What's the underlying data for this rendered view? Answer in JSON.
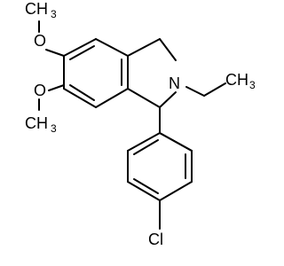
{
  "molecule": {
    "atom_labels": {
      "methoxy_top_o": "O",
      "methoxy_top_ch": "CH",
      "methoxy_top_sub": "3",
      "methoxy_bottom_o": "O",
      "methoxy_bottom_ch": "CH",
      "methoxy_bottom_sub": "3",
      "nitrogen": "N",
      "ethyl_ch": "CH",
      "ethyl_sub": "3",
      "chlorine": "Cl"
    }
  }
}
